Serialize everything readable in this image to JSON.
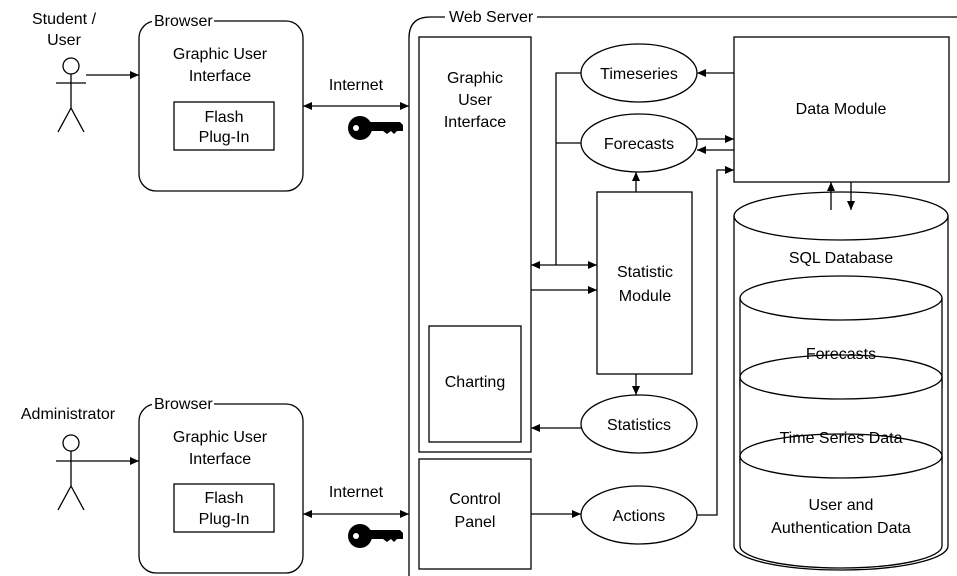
{
  "actors": {
    "student": [
      "Student /",
      "User"
    ],
    "administrator": [
      "Administrator"
    ]
  },
  "browser_top": {
    "title": "Browser",
    "gui": [
      "Graphic User",
      "Interface"
    ],
    "plugin": [
      "Flash",
      "Plug-In"
    ]
  },
  "browser_bottom": {
    "title": "Browser",
    "gui": [
      "Graphic User",
      "Interface"
    ],
    "plugin": [
      "Flash",
      "Plug-In"
    ]
  },
  "internet_top": "Internet",
  "internet_bottom": "Internet",
  "server": {
    "title": "Web Server",
    "gui": [
      "Graphic",
      "User",
      "Interface"
    ],
    "charting": "Charting",
    "control_panel": [
      "Control",
      "Panel"
    ],
    "timeseries": "Timeseries",
    "forecasts": "Forecasts",
    "statistic_module": [
      "Statistic",
      "Module"
    ],
    "statistics": "Statistics",
    "actions": "Actions",
    "data_module": "Data Module",
    "database": {
      "title": "SQL Database",
      "forecasts": "Forecasts",
      "timeseries": "Time Series Data",
      "users": [
        "User and",
        "Authentication Data"
      ]
    }
  },
  "icons": [
    "stick-figure-icon",
    "key-icon"
  ]
}
